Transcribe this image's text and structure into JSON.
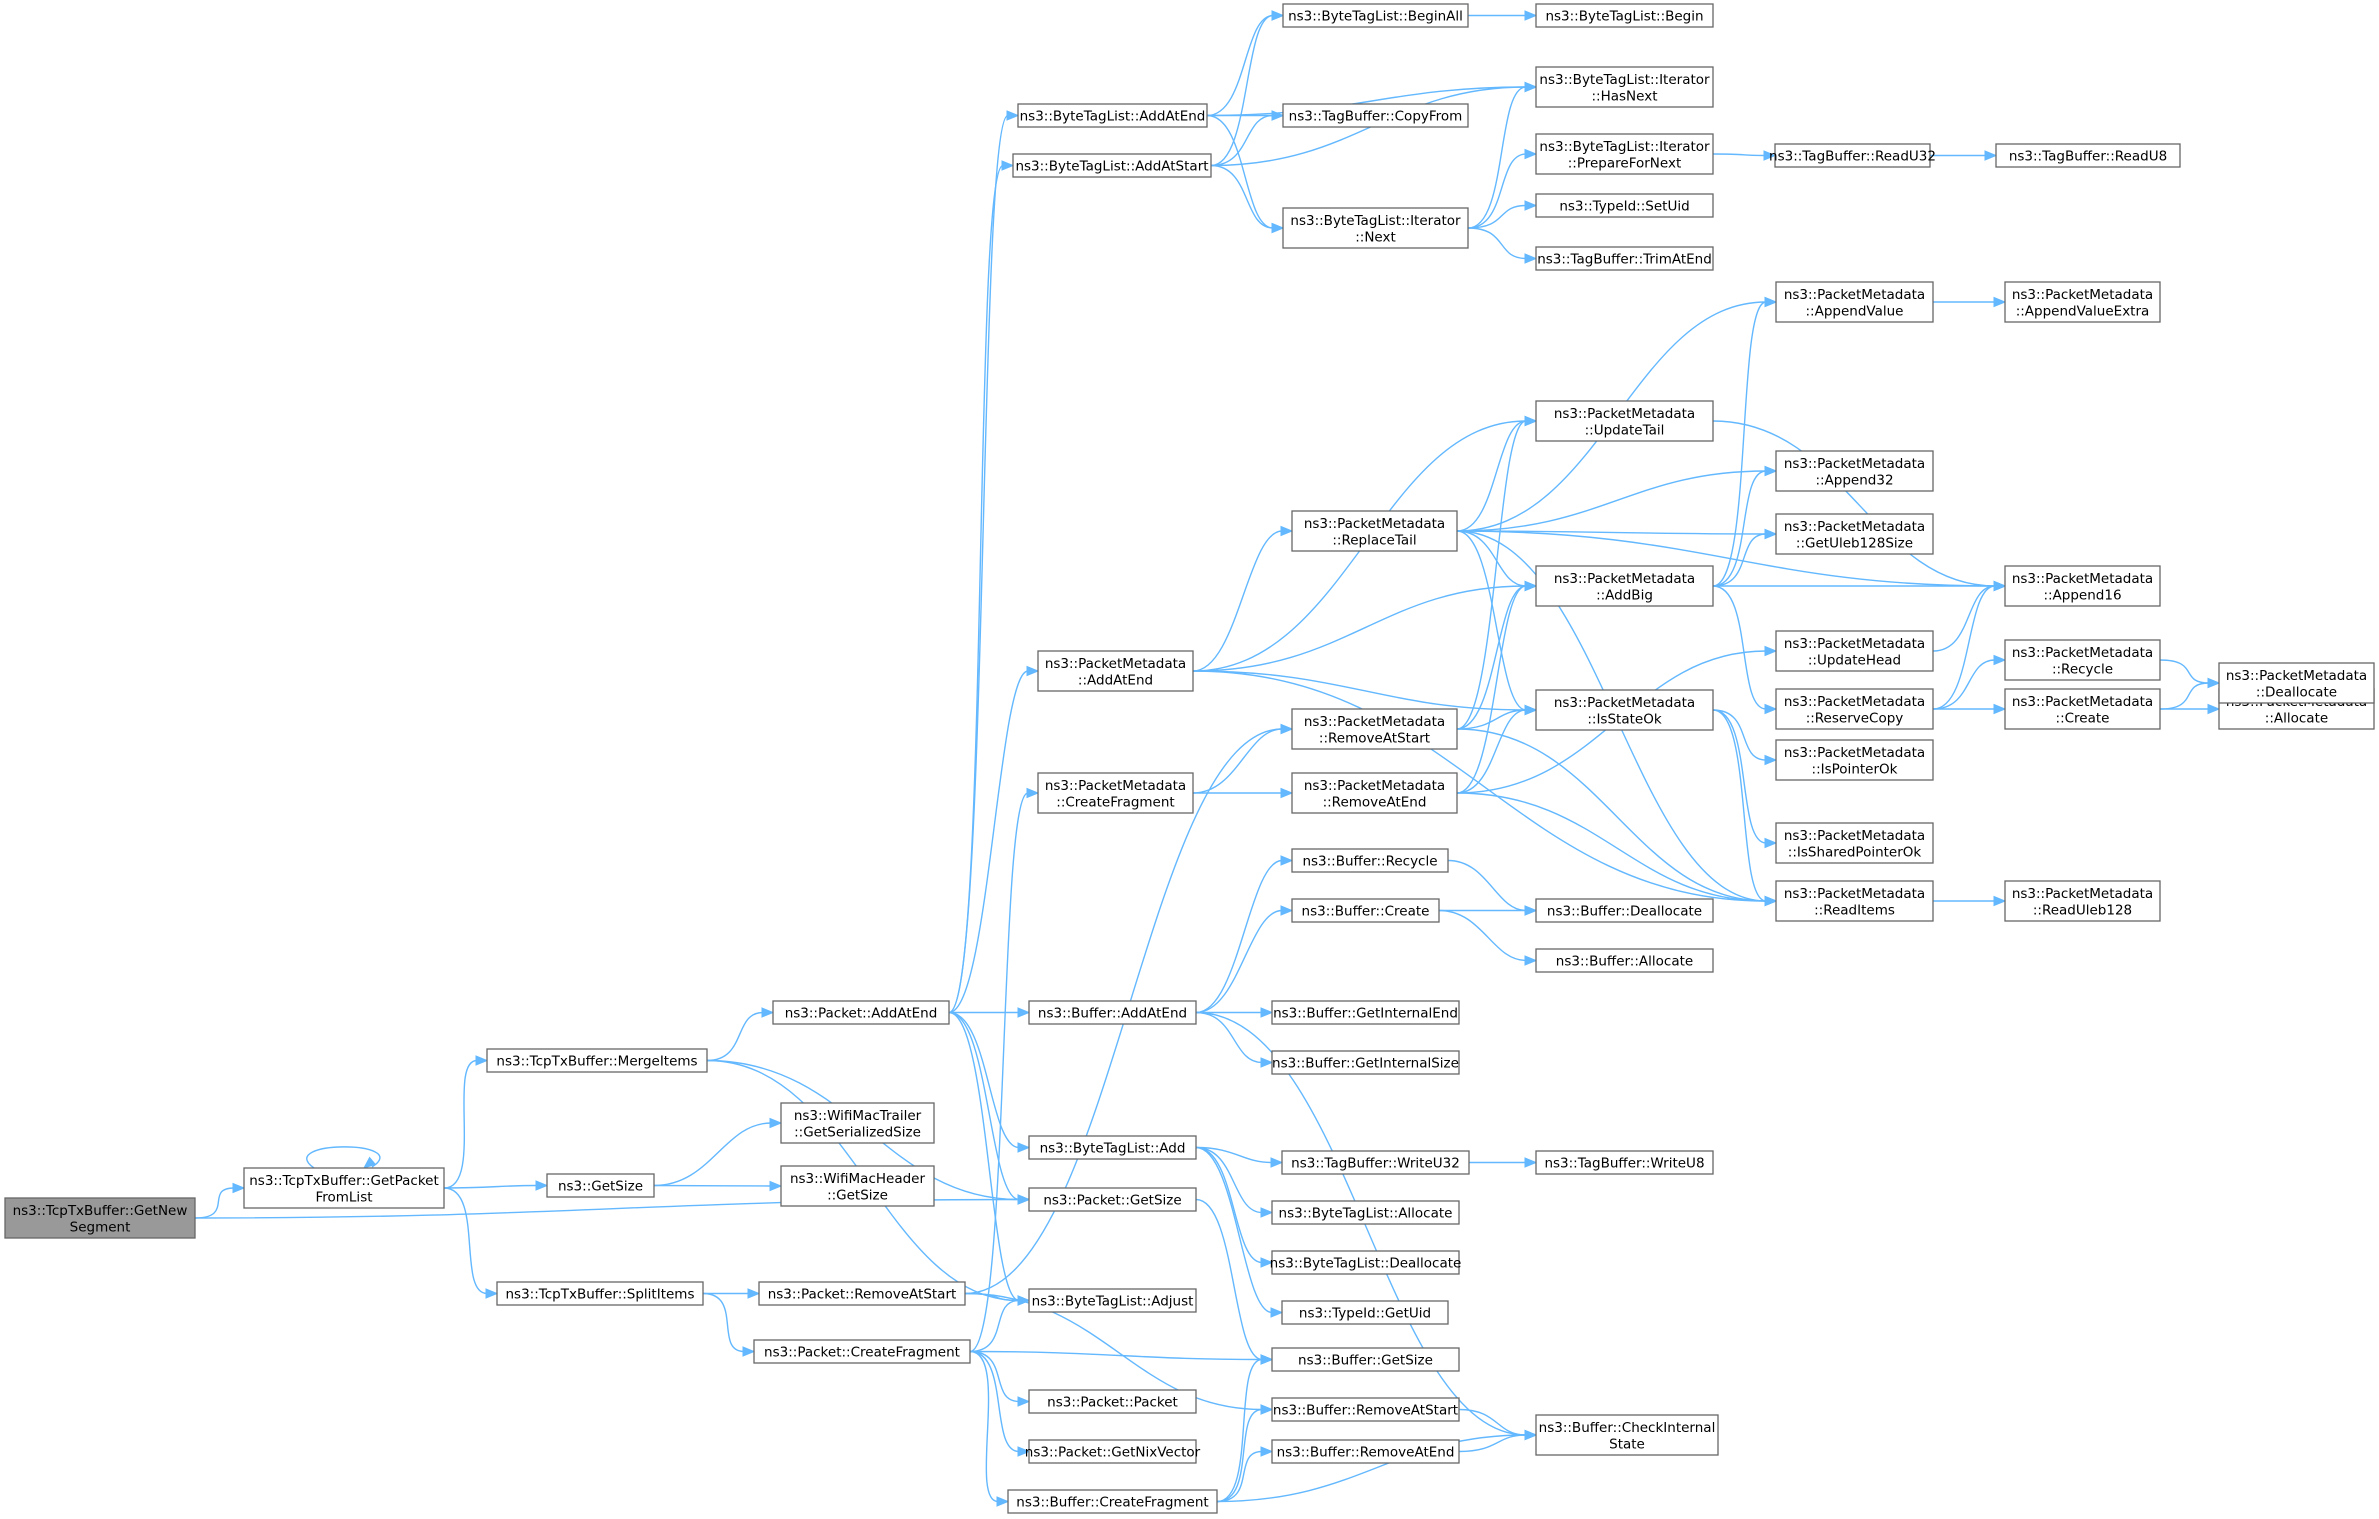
{
  "graph": {
    "title": "",
    "nodes": [
      {
        "id": "n0",
        "lines": [
          "ns3::TcpTxBuffer::GetNew",
          "Segment"
        ],
        "root": true
      },
      {
        "id": "n1",
        "lines": [
          "ns3::TcpTxBuffer::GetPacket",
          "FromList"
        ]
      },
      {
        "id": "n2",
        "lines": [
          "ns3::Packet::GetSize"
        ]
      },
      {
        "id": "n3",
        "lines": [
          "ns3::TcpTxBuffer::MergeItems"
        ]
      },
      {
        "id": "n4",
        "lines": [
          "ns3::GetSize"
        ]
      },
      {
        "id": "n5",
        "lines": [
          "ns3::TcpTxBuffer::SplitItems"
        ]
      },
      {
        "id": "n6",
        "lines": [
          "ns3::Packet::AddAtEnd"
        ]
      },
      {
        "id": "n7",
        "lines": [
          "ns3::ByteTagList::Adjust"
        ]
      },
      {
        "id": "n8",
        "lines": [
          "ns3::ByteTagList::AddAtEnd"
        ]
      },
      {
        "id": "n9",
        "lines": [
          "ns3::ByteTagList::AddAtStart"
        ]
      },
      {
        "id": "n10",
        "lines": [
          "ns3::PacketMetadata",
          "::AddAtEnd"
        ]
      },
      {
        "id": "n11",
        "lines": [
          "ns3::Buffer::AddAtEnd"
        ]
      },
      {
        "id": "n12",
        "lines": [
          "ns3::ByteTagList::Add"
        ]
      },
      {
        "id": "n13",
        "lines": [
          "ns3::ByteTagList::BeginAll"
        ]
      },
      {
        "id": "n14",
        "lines": [
          "ns3::TagBuffer::CopyFrom"
        ]
      },
      {
        "id": "n15",
        "lines": [
          "ns3::ByteTagList::Iterator",
          "::Next"
        ]
      },
      {
        "id": "n16",
        "lines": [
          "ns3::ByteTagList::Begin"
        ]
      },
      {
        "id": "n17",
        "lines": [
          "ns3::ByteTagList::Iterator",
          "::HasNext"
        ]
      },
      {
        "id": "n18",
        "lines": [
          "ns3::ByteTagList::Iterator",
          "::PrepareForNext"
        ]
      },
      {
        "id": "n19",
        "lines": [
          "ns3::TypeId::SetUid"
        ]
      },
      {
        "id": "n20",
        "lines": [
          "ns3::TagBuffer::TrimAtEnd"
        ]
      },
      {
        "id": "n21",
        "lines": [
          "ns3::TagBuffer::ReadU32"
        ]
      },
      {
        "id": "n22",
        "lines": [
          "ns3::TagBuffer::ReadU8"
        ]
      },
      {
        "id": "n23",
        "lines": [
          "ns3::PacketMetadata",
          "::AddBig"
        ]
      },
      {
        "id": "n24",
        "lines": [
          "ns3::PacketMetadata",
          "::IsStateOk"
        ]
      },
      {
        "id": "n25",
        "lines": [
          "ns3::PacketMetadata",
          "::ReadItems"
        ]
      },
      {
        "id": "n26",
        "lines": [
          "ns3::PacketMetadata",
          "::ReplaceTail"
        ]
      },
      {
        "id": "n27",
        "lines": [
          "ns3::PacketMetadata",
          "::UpdateTail"
        ]
      },
      {
        "id": "n28",
        "lines": [
          "ns3::PacketMetadata",
          "::Append16"
        ]
      },
      {
        "id": "n29",
        "lines": [
          "ns3::PacketMetadata",
          "::Append32"
        ]
      },
      {
        "id": "n30",
        "lines": [
          "ns3::PacketMetadata",
          "::AppendValue"
        ]
      },
      {
        "id": "n31",
        "lines": [
          "ns3::PacketMetadata",
          "::GetUleb128Size"
        ]
      },
      {
        "id": "n32",
        "lines": [
          "ns3::PacketMetadata",
          "::ReserveCopy"
        ]
      },
      {
        "id": "n33",
        "lines": [
          "ns3::PacketMetadata",
          "::AppendValueExtra"
        ]
      },
      {
        "id": "n34",
        "lines": [
          "ns3::PacketMetadata",
          "::Create"
        ]
      },
      {
        "id": "n35",
        "lines": [
          "ns3::PacketMetadata",
          "::Recycle"
        ]
      },
      {
        "id": "n36",
        "lines": [
          "ns3::PacketMetadata",
          "::Allocate"
        ]
      },
      {
        "id": "n37",
        "lines": [
          "ns3::PacketMetadata",
          "::Deallocate"
        ]
      },
      {
        "id": "n38",
        "lines": [
          "ns3::PacketMetadata",
          "::IsPointerOk"
        ]
      },
      {
        "id": "n39",
        "lines": [
          "ns3::PacketMetadata",
          "::IsSharedPointerOk"
        ]
      },
      {
        "id": "n40",
        "lines": [
          "ns3::PacketMetadata",
          "::ReadUleb128"
        ]
      },
      {
        "id": "n41",
        "lines": [
          "ns3::Buffer::CheckInternal",
          "State"
        ]
      },
      {
        "id": "n42",
        "lines": [
          "ns3::Buffer::Create"
        ]
      },
      {
        "id": "n43",
        "lines": [
          "ns3::Buffer::GetInternalEnd"
        ]
      },
      {
        "id": "n44",
        "lines": [
          "ns3::Buffer::GetInternalSize"
        ]
      },
      {
        "id": "n45",
        "lines": [
          "ns3::Buffer::Recycle"
        ]
      },
      {
        "id": "n46",
        "lines": [
          "ns3::Buffer::Allocate"
        ]
      },
      {
        "id": "n47",
        "lines": [
          "ns3::Buffer::Deallocate"
        ]
      },
      {
        "id": "n48",
        "lines": [
          "ns3::ByteTagList::Allocate"
        ]
      },
      {
        "id": "n49",
        "lines": [
          "ns3::ByteTagList::Deallocate"
        ]
      },
      {
        "id": "n50",
        "lines": [
          "ns3::TypeId::GetUid"
        ]
      },
      {
        "id": "n51",
        "lines": [
          "ns3::TagBuffer::WriteU32"
        ]
      },
      {
        "id": "n52",
        "lines": [
          "ns3::TagBuffer::WriteU8"
        ]
      },
      {
        "id": "n53",
        "lines": [
          "ns3::Buffer::GetSize"
        ]
      },
      {
        "id": "n54",
        "lines": [
          "ns3::WifiMacHeader",
          "::GetSize"
        ]
      },
      {
        "id": "n55",
        "lines": [
          "ns3::WifiMacTrailer",
          "::GetSerializedSize"
        ]
      },
      {
        "id": "n56",
        "lines": [
          "ns3::Packet::RemoveAtStart"
        ]
      },
      {
        "id": "n57",
        "lines": [
          "ns3::Packet::CreateFragment"
        ]
      },
      {
        "id": "n58",
        "lines": [
          "ns3::PacketMetadata",
          "::RemoveAtStart"
        ]
      },
      {
        "id": "n59",
        "lines": [
          "ns3::Buffer::RemoveAtStart"
        ]
      },
      {
        "id": "n60",
        "lines": [
          "ns3::PacketMetadata",
          "::RemoveAtEnd"
        ]
      },
      {
        "id": "n61",
        "lines": [
          "ns3::PacketMetadata",
          "::UpdateHead"
        ]
      },
      {
        "id": "n62",
        "lines": [
          "ns3::Buffer::CreateFragment"
        ]
      },
      {
        "id": "n63",
        "lines": [
          "ns3::PacketMetadata",
          "::CreateFragment"
        ]
      },
      {
        "id": "n64",
        "lines": [
          "ns3::Packet::GetNixVector"
        ]
      },
      {
        "id": "n65",
        "lines": [
          "ns3::Packet::Packet"
        ]
      },
      {
        "id": "n66",
        "lines": [
          "ns3::Buffer::RemoveAtEnd"
        ]
      }
    ],
    "edges": [
      [
        "n0",
        "n1"
      ],
      [
        "n0",
        "n2"
      ],
      [
        "n1",
        "n1"
      ],
      [
        "n1",
        "n3"
      ],
      [
        "n1",
        "n4"
      ],
      [
        "n1",
        "n5"
      ],
      [
        "n2",
        "n53"
      ],
      [
        "n3",
        "n6"
      ],
      [
        "n3",
        "n7"
      ],
      [
        "n3",
        "n2"
      ],
      [
        "n4",
        "n54"
      ],
      [
        "n4",
        "n55"
      ],
      [
        "n5",
        "n56"
      ],
      [
        "n5",
        "n57"
      ],
      [
        "n6",
        "n7"
      ],
      [
        "n6",
        "n8"
      ],
      [
        "n6",
        "n9"
      ],
      [
        "n6",
        "n10"
      ],
      [
        "n6",
        "n11"
      ],
      [
        "n6",
        "n12"
      ],
      [
        "n6",
        "n2"
      ],
      [
        "n8",
        "n13"
      ],
      [
        "n8",
        "n14"
      ],
      [
        "n8",
        "n15"
      ],
      [
        "n8",
        "n17"
      ],
      [
        "n9",
        "n13"
      ],
      [
        "n9",
        "n14"
      ],
      [
        "n9",
        "n15"
      ],
      [
        "n9",
        "n17"
      ],
      [
        "n10",
        "n23"
      ],
      [
        "n10",
        "n24"
      ],
      [
        "n10",
        "n25"
      ],
      [
        "n10",
        "n26"
      ],
      [
        "n10",
        "n27"
      ],
      [
        "n11",
        "n41"
      ],
      [
        "n11",
        "n42"
      ],
      [
        "n11",
        "n43"
      ],
      [
        "n11",
        "n44"
      ],
      [
        "n11",
        "n45"
      ],
      [
        "n12",
        "n48"
      ],
      [
        "n12",
        "n49"
      ],
      [
        "n12",
        "n50"
      ],
      [
        "n12",
        "n51"
      ],
      [
        "n13",
        "n16"
      ],
      [
        "n15",
        "n17"
      ],
      [
        "n15",
        "n18"
      ],
      [
        "n15",
        "n19"
      ],
      [
        "n15",
        "n20"
      ],
      [
        "n18",
        "n21"
      ],
      [
        "n21",
        "n22"
      ],
      [
        "n23",
        "n28"
      ],
      [
        "n23",
        "n29"
      ],
      [
        "n23",
        "n30"
      ],
      [
        "n23",
        "n31"
      ],
      [
        "n23",
        "n32"
      ],
      [
        "n24",
        "n25"
      ],
      [
        "n24",
        "n38"
      ],
      [
        "n24",
        "n39"
      ],
      [
        "n25",
        "n40"
      ],
      [
        "n26",
        "n23"
      ],
      [
        "n26",
        "n24"
      ],
      [
        "n26",
        "n25"
      ],
      [
        "n26",
        "n27"
      ],
      [
        "n26",
        "n28"
      ],
      [
        "n26",
        "n29"
      ],
      [
        "n26",
        "n30"
      ],
      [
        "n26",
        "n31"
      ],
      [
        "n27",
        "n28"
      ],
      [
        "n30",
        "n33"
      ],
      [
        "n32",
        "n28"
      ],
      [
        "n32",
        "n34"
      ],
      [
        "n32",
        "n35"
      ],
      [
        "n34",
        "n36"
      ],
      [
        "n34",
        "n37"
      ],
      [
        "n35",
        "n37"
      ],
      [
        "n42",
        "n46"
      ],
      [
        "n42",
        "n47"
      ],
      [
        "n45",
        "n47"
      ],
      [
        "n51",
        "n52"
      ],
      [
        "n56",
        "n7"
      ],
      [
        "n56",
        "n58"
      ],
      [
        "n56",
        "n59"
      ],
      [
        "n57",
        "n7"
      ],
      [
        "n57",
        "n53"
      ],
      [
        "n57",
        "n62"
      ],
      [
        "n57",
        "n63"
      ],
      [
        "n57",
        "n64"
      ],
      [
        "n57",
        "n65"
      ],
      [
        "n58",
        "n23"
      ],
      [
        "n58",
        "n24"
      ],
      [
        "n58",
        "n25"
      ],
      [
        "n58",
        "n27"
      ],
      [
        "n59",
        "n41"
      ],
      [
        "n60",
        "n23"
      ],
      [
        "n60",
        "n24"
      ],
      [
        "n60",
        "n25"
      ],
      [
        "n60",
        "n61"
      ],
      [
        "n61",
        "n28"
      ],
      [
        "n62",
        "n53"
      ],
      [
        "n62",
        "n59"
      ],
      [
        "n62",
        "n66"
      ],
      [
        "n62",
        "n41"
      ],
      [
        "n63",
        "n58"
      ],
      [
        "n63",
        "n60"
      ],
      [
        "n66",
        "n41"
      ]
    ]
  },
  "colors": {
    "edge": "#63b8ff",
    "node_border": "#666666",
    "node_fill": "#ffffff",
    "root_fill": "#999999"
  }
}
